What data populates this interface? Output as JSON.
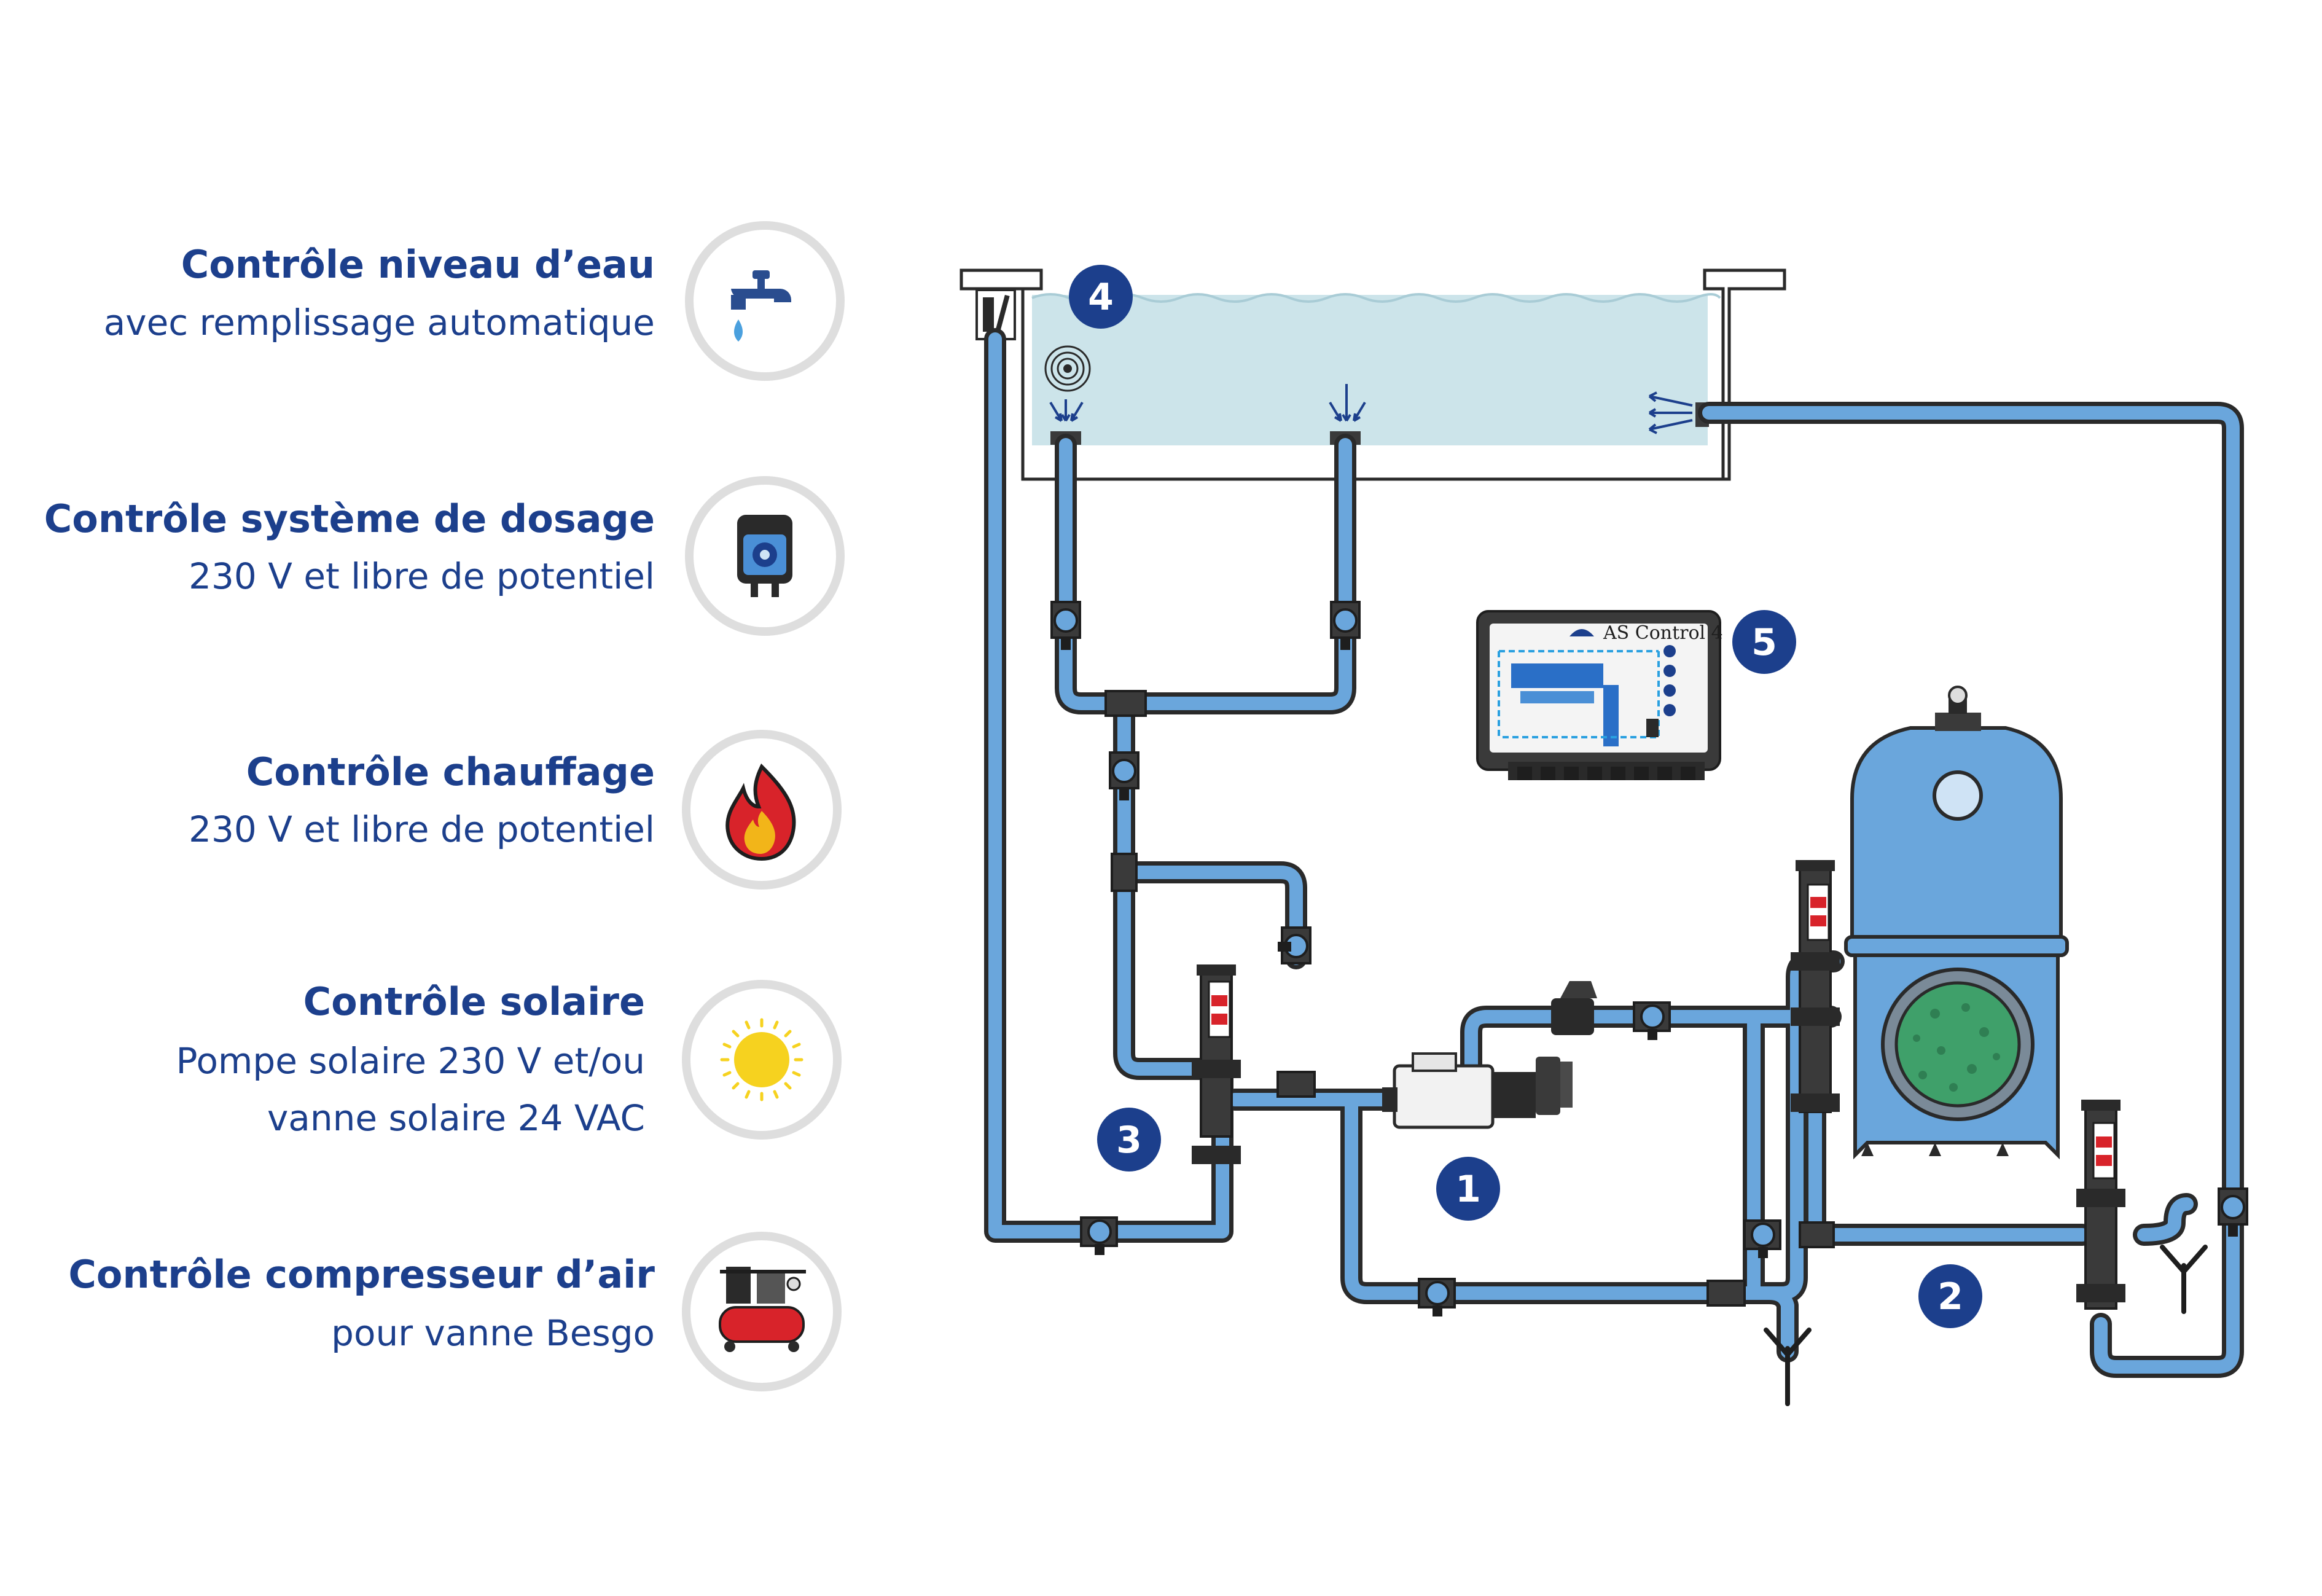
{
  "features": [
    {
      "title": "Contrôle niveau d’eau",
      "subtitle": "avec remplissage automatique",
      "icon": "water-tap-icon"
    },
    {
      "title": "Contrôle système de dosage",
      "subtitle": "230 V et libre de potentiel",
      "icon": "dosing-pump-icon"
    },
    {
      "title": "Contrôle chauffage",
      "subtitle": "230 V et libre de potentiel",
      "icon": "flame-icon"
    },
    {
      "title": "Contrôle solaire",
      "subtitle": "Pompe solaire 230 V et/ou",
      "subtitle2": "vanne solaire 24 VAC",
      "icon": "sun-icon"
    },
    {
      "title": "Contrôle compresseur d’air",
      "subtitle": "pour vanne Besgo",
      "icon": "air-compressor-icon"
    }
  ],
  "badges": [
    "1",
    "2",
    "3",
    "4",
    "5"
  ],
  "controller": {
    "label": "AS Control 4"
  },
  "colors": {
    "brand": "#1c3f8c",
    "badge": "#1c3f8c",
    "pipe": "#6aa6dc",
    "water": "#cce4ea",
    "filter_tank": "#6aa6dc",
    "filter_media": "#3fa06a",
    "icon_circle": "#dedede"
  }
}
